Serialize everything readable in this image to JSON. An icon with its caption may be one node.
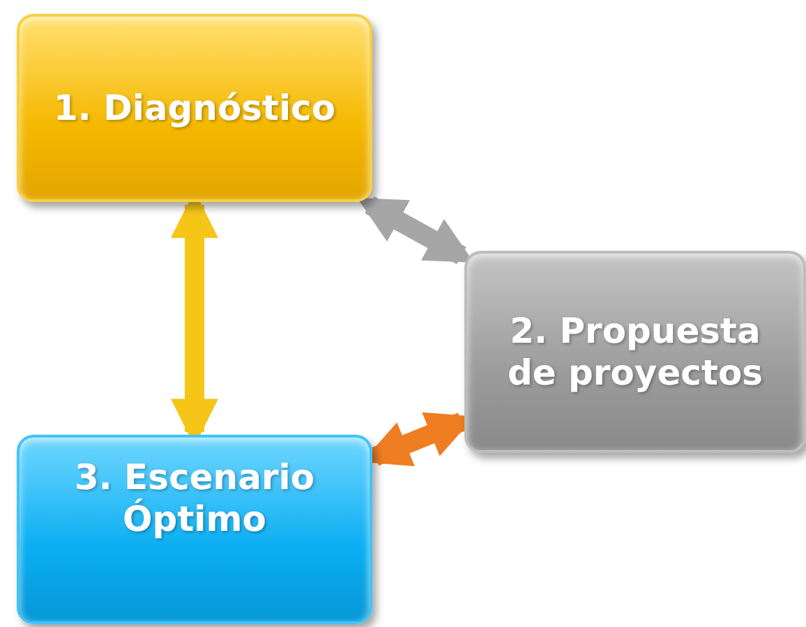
{
  "diagram": {
    "nodes": [
      {
        "text": [
          "1. Diagnóstico"
        ]
      },
      {
        "text": [
          "2. Propuesta de proyectos"
        ]
      },
      {
        "text": [
          "3. Escenario Óptimo"
        ]
      }
    ],
    "edges": [
      {
        "from": 0,
        "to": 1,
        "arrow": "both",
        "color": "#a6a6a6"
      },
      {
        "from": 0,
        "to": 2,
        "arrow": "both",
        "color": "#f5c518"
      },
      {
        "from": 2,
        "to": 1,
        "arrow": "both",
        "color": "#ef7d22"
      }
    ]
  }
}
